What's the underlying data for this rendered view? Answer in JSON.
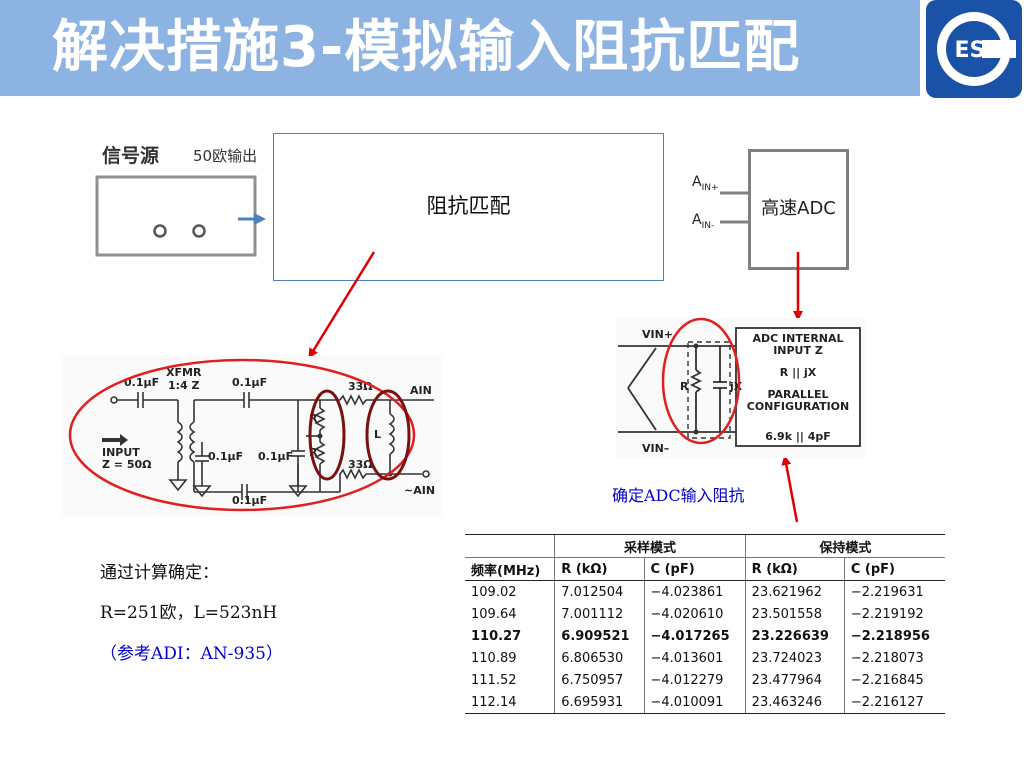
{
  "title": "解决措施3-模拟输入阻抗匹配",
  "logo_text": "ESI",
  "signal_source": {
    "label": "信号源",
    "output": "50欧输出"
  },
  "match_block": {
    "label": "阻抗匹配"
  },
  "adc_block": {
    "label": "高速ADC",
    "pin_pos": "A",
    "pin_pos_sub": "IN+",
    "pin_neg": "A",
    "pin_neg_sub": "IN-"
  },
  "circuit": {
    "cap1": "0.1μF",
    "xfmr": "XFMR",
    "ratio": "1:4 Z",
    "cap2": "0.1μF",
    "res_top": "33Ω",
    "res_bot": "33Ω",
    "ain_pos": "AIN",
    "ain_neg": "~AIN",
    "input": "INPUT",
    "input_z": "Z = 50Ω",
    "cap3": "0.1μF",
    "cap4": "0.1μF",
    "cap5": "0.1μF",
    "r": "R",
    "l": "L"
  },
  "adc_internal": {
    "vin_pos": "VIN+",
    "vin_neg": "VIN–",
    "title1": "ADC INTERNAL",
    "title2": "INPUT Z",
    "rjx": "R || jX",
    "parallel1": "PARALLEL",
    "parallel2": "CONFIGURATION",
    "value": "6.9k   || 4pF",
    "r": "R",
    "jx": "jX"
  },
  "adc_caption": "确定ADC输入阻抗",
  "notes": {
    "line1": "通过计算确定：",
    "line2": "R=251欧，L=523nH",
    "line3": "（参考ADI：AN-935）"
  },
  "table": {
    "group_sample": "采样模式",
    "group_hold": "保持模式",
    "headers": [
      "频率(MHz)",
      "R (kΩ)",
      "C (pF)",
      "R (kΩ)",
      "C (pF)"
    ],
    "rows": [
      [
        "109.02",
        "7.012504",
        "−4.023861",
        "23.621962",
        "−2.219631"
      ],
      [
        "109.64",
        "7.001112",
        "−4.020610",
        "23.501558",
        "−2.219192"
      ],
      [
        "110.27",
        "6.909521",
        "−4.017265",
        "23.226639",
        "−2.218956"
      ],
      [
        "110.89",
        "6.806530",
        "−4.013601",
        "23.724023",
        "−2.218073"
      ],
      [
        "111.52",
        "6.750957",
        "−4.012279",
        "23.477964",
        "−2.216845"
      ],
      [
        "112.14",
        "6.695931",
        "−4.010091",
        "23.463246",
        "−2.216127"
      ]
    ],
    "bold_row": 2
  },
  "colors": {
    "title_bar": "#8db3e2",
    "arrow": "#e00000",
    "highlight": "#7a1010",
    "link": "#0000cc"
  }
}
